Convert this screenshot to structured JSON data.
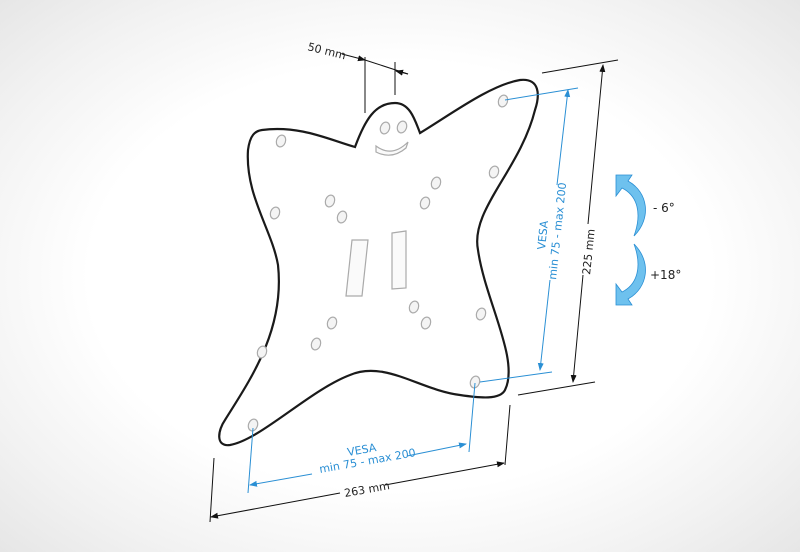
{
  "diagram": {
    "labels": {
      "hook_spacing": "50 mm",
      "height": "225 mm",
      "width": "263 mm",
      "vesa_vertical_title": "VESA",
      "vesa_vertical_range": "min 75 - max 200",
      "vesa_horizontal_title": "VESA",
      "vesa_horizontal_range": "min 75 - max 200",
      "tilt_up": "- 6°",
      "tilt_down": "+18°"
    },
    "colors": {
      "outline": "#1a1a1a",
      "accent": "#2a8fd4",
      "arrow": "#6ec1ee",
      "hole": "#bbbbbb"
    }
  }
}
